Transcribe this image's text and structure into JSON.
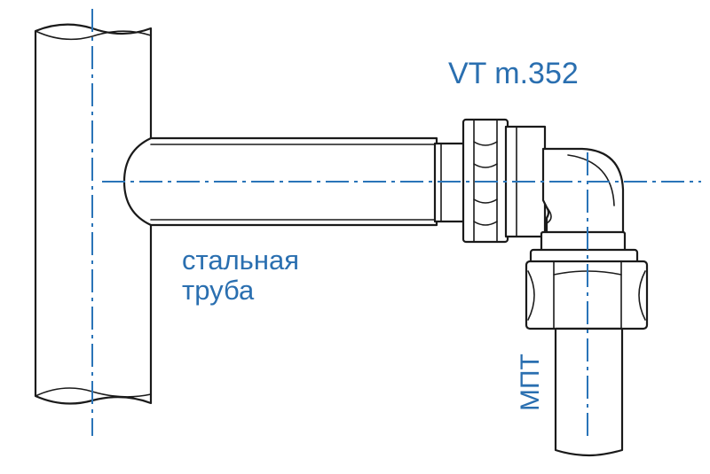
{
  "labels": {
    "model": "VT m.352",
    "steel_pipe_line1": "стальная",
    "steel_pipe_line2": "труба",
    "mpt": "МПТ"
  },
  "colors": {
    "axis": "#2a74b8",
    "text": "#2a6fb0",
    "outline": "#1a1a1a",
    "background": "#ffffff"
  }
}
